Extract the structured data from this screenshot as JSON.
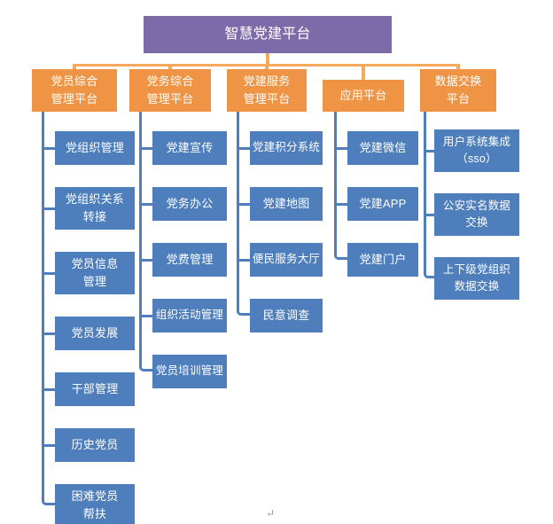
{
  "diagram": {
    "title": "智慧党建平台",
    "root": {
      "label": "智慧党建平台",
      "color": "#7D6AA8",
      "text_color": "#FFFFFF"
    },
    "level2_color": "#EF9444",
    "leaf_color": "#4E7EBB",
    "connector_color_top": "#F5A95B",
    "connector_color_branch": "#4E7EBB",
    "columns": [
      {
        "header_lines": [
          "党员综合",
          "管理平台"
        ],
        "header_label": "党员综合管理平台",
        "items": [
          {
            "lines": [
              "党组织管理"
            ],
            "label": "党组织管理"
          },
          {
            "lines": [
              "党组织关系",
              "转接"
            ],
            "label": "党组织关系转接"
          },
          {
            "lines": [
              "党员信息",
              "管理"
            ],
            "label": "党员信息管理"
          },
          {
            "lines": [
              "党员发展"
            ],
            "label": "党员发展"
          },
          {
            "lines": [
              "干部管理"
            ],
            "label": "干部管理"
          },
          {
            "lines": [
              "历史党员"
            ],
            "label": "历史党员"
          },
          {
            "lines": [
              "困难党员",
              "帮扶"
            ],
            "label": "困难党员帮扶"
          }
        ]
      },
      {
        "header_lines": [
          "党务综合",
          "管理平台"
        ],
        "header_label": "党务综合管理平台",
        "items": [
          {
            "lines": [
              "党建宣传"
            ],
            "label": "党建宣传"
          },
          {
            "lines": [
              "党务办公"
            ],
            "label": "党务办公"
          },
          {
            "lines": [
              "党费管理"
            ],
            "label": "党费管理"
          },
          {
            "lines": [
              "组织活动管理"
            ],
            "label": "组织活动管理"
          },
          {
            "lines": [
              "党员培训管理"
            ],
            "label": "党员培训管理"
          }
        ]
      },
      {
        "header_lines": [
          "党建服务",
          "管理平台"
        ],
        "header_label": "党建服务管理平台",
        "items": [
          {
            "lines": [
              "党建积分系统"
            ],
            "label": "党建积分系统"
          },
          {
            "lines": [
              "党建地图"
            ],
            "label": "党建地图"
          },
          {
            "lines": [
              "便民服务大厅"
            ],
            "label": "便民服务大厅"
          },
          {
            "lines": [
              "民意调查"
            ],
            "label": "民意调查"
          }
        ]
      },
      {
        "header_lines": [
          "应用平台"
        ],
        "header_label": "应用平台",
        "items": [
          {
            "lines": [
              "党建微信"
            ],
            "label": "党建微信"
          },
          {
            "lines": [
              "党建APP"
            ],
            "label": "党建APP"
          },
          {
            "lines": [
              "党建门户"
            ],
            "label": "党建门户"
          }
        ]
      },
      {
        "header_lines": [
          "数据交换",
          "平台"
        ],
        "header_label": "数据交换平台",
        "items": [
          {
            "lines": [
              "用户系统集成",
              "（sso）"
            ],
            "label": "用户系统集成（sso）"
          },
          {
            "lines": [
              "公安实名数据",
              "交换"
            ],
            "label": "公安实名数据交换"
          },
          {
            "lines": [
              "上下级党组织",
              "数据交换"
            ],
            "label": "上下级党组织数据交换"
          }
        ]
      }
    ],
    "footer_mark": "↵"
  }
}
